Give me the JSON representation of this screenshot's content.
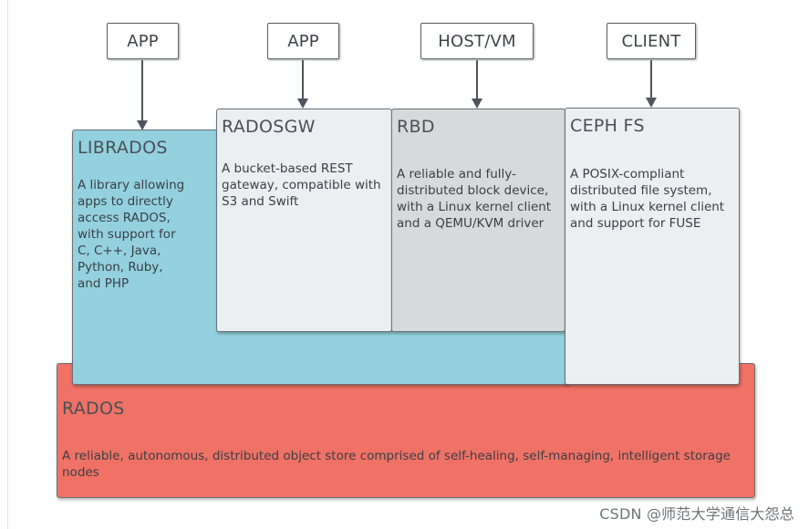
{
  "clients": [
    {
      "label": "APP"
    },
    {
      "label": "APP"
    },
    {
      "label": "HOST/VM"
    },
    {
      "label": "CLIENT"
    }
  ],
  "layers": {
    "librados": {
      "title": "LIBRADOS",
      "desc_lines": [
        "A library allowing",
        "apps to directly",
        "access RADOS,",
        "with support for",
        "C, C++, Java,",
        "Python, Ruby,",
        "and PHP"
      ]
    },
    "radosgw": {
      "title": "RADOSGW",
      "desc_lines": [
        "A bucket-based REST",
        "gateway, compatible with",
        "S3 and Swift"
      ]
    },
    "rbd": {
      "title": "RBD",
      "desc_lines": [
        "A reliable and fully-",
        "distributed block device,",
        "with a Linux kernel client",
        "and a QEMU/KVM driver"
      ]
    },
    "cephfs": {
      "title": "CEPH FS",
      "desc_lines": [
        "A POSIX-compliant",
        "distributed file system,",
        "with a Linux kernel client",
        "and support for FUSE"
      ]
    },
    "rados": {
      "title": "RADOS",
      "desc_lines": [
        "A reliable, autonomous, distributed object store comprised of self-healing, self-managing, intelligent storage",
        "nodes"
      ]
    }
  },
  "colors": {
    "rados": "#f07166",
    "librados": "#93d1de",
    "radosgw": "#eceff1",
    "rbd": "#d7dadb",
    "cephfs": "#eceff1",
    "border": "#6b7177"
  },
  "watermark": "CSDN @师范大学通信大怨总"
}
